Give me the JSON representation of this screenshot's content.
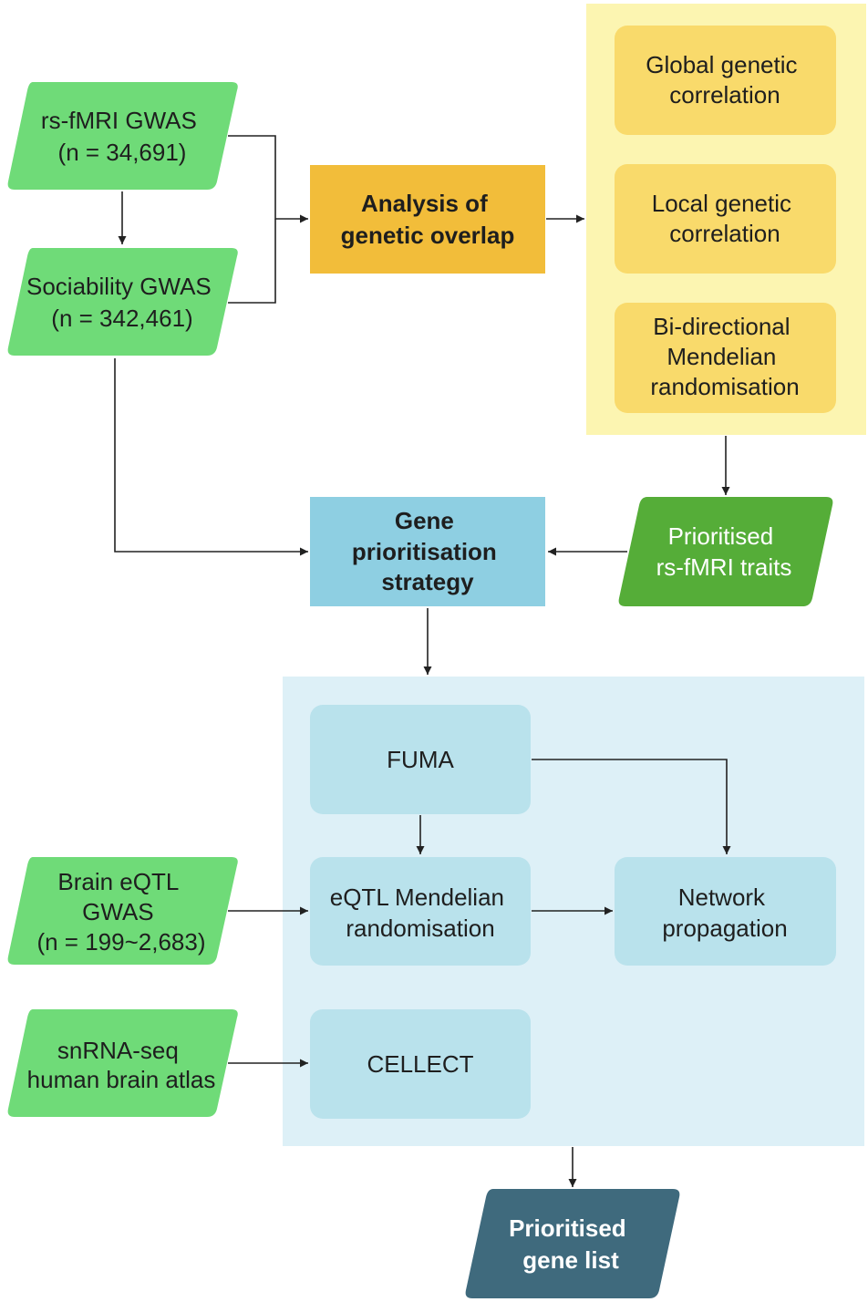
{
  "inputs": {
    "rsfmri_gwas": {
      "line1": "rs-fMRI GWAS",
      "line2": "(n = 34,691)"
    },
    "sociability_gwas": {
      "line1": "Sociability GWAS",
      "line2": "(n = 342,461)"
    },
    "brain_eqtl_gwas": {
      "line1": "Brain eQTL",
      "line2": "GWAS",
      "line3": "(n = 199~2,683)"
    },
    "snrnaseq_atlas": {
      "line1": "snRNA-seq",
      "line2": "human brain atlas"
    }
  },
  "analysis_of_genetic_overlap": {
    "line1": "Analysis of",
    "line2": "genetic overlap"
  },
  "overlap_methods": {
    "global": {
      "line1": "Global genetic",
      "line2": "correlation"
    },
    "local": {
      "line1": "Local genetic",
      "line2": "correlation"
    },
    "bidirectional_mr": {
      "line1": "Bi-directional",
      "line2": "Mendelian",
      "line3": "randomisation"
    }
  },
  "prioritised_traits": {
    "line1": "Prioritised",
    "line2": "rs-fMRI traits"
  },
  "gene_prioritisation_strategy": {
    "line1": "Gene",
    "line2": "prioritisation",
    "line3": "strategy"
  },
  "methods": {
    "fuma": "FUMA",
    "eqtl_mr": {
      "line1": "eQTL Mendelian",
      "line2": "randomisation"
    },
    "network_propagation": {
      "line1": "Network",
      "line2": "propagation"
    },
    "cellect": "CELLECT"
  },
  "output": {
    "line1": "Prioritised",
    "line2": "gene list"
  },
  "colors": {
    "input_green": "#6fdb78",
    "traits_green": "#55ad38",
    "orange": "#f2bd3a",
    "yellow_panel": "#fcf5b1",
    "yellow_box": "#f9da6b",
    "blue_box": "#8ecfe2",
    "light_blue_panel": "#ddf0f7",
    "method_box": "#b9e2ec",
    "dark_teal": "#3f6a7d"
  }
}
